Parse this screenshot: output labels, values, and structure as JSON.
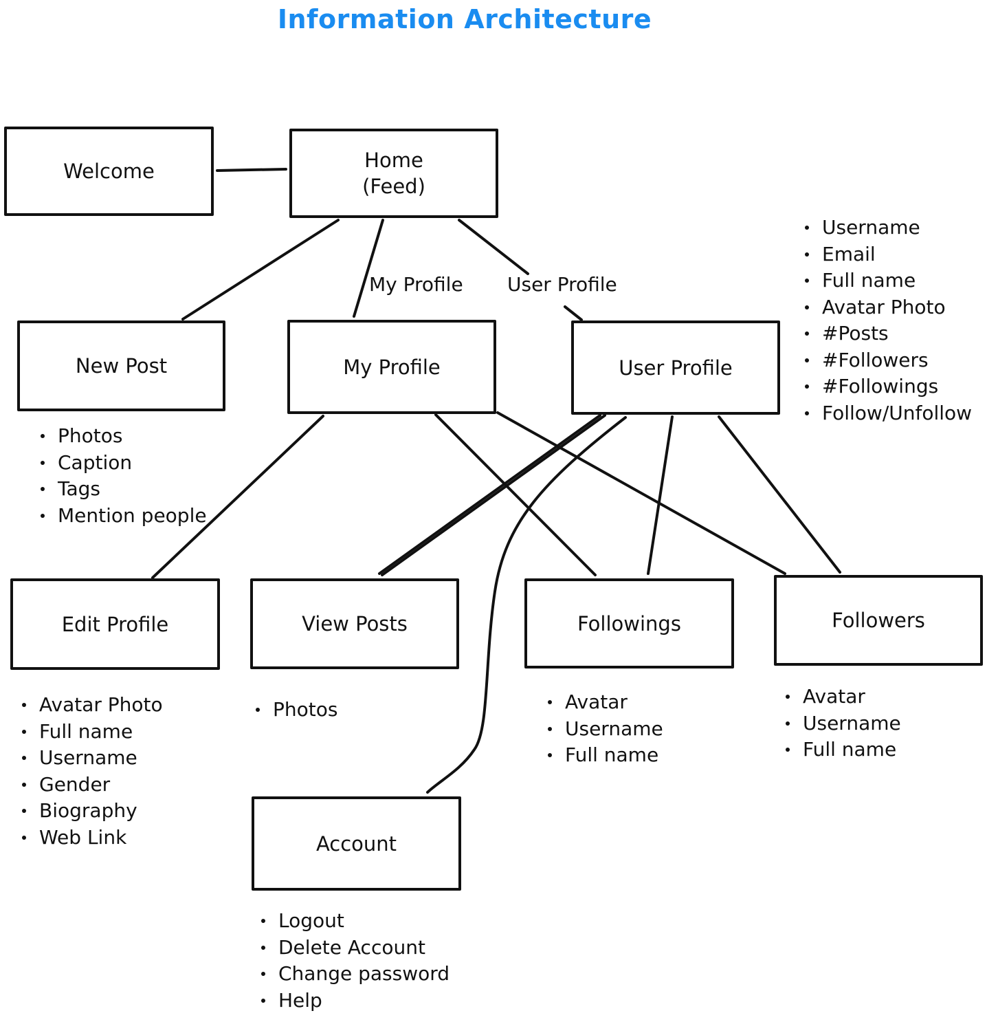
{
  "title": "Information Architecture",
  "colors": {
    "title": "#1a8cf0",
    "ink": "#111111"
  },
  "nodes": {
    "welcome": "Welcome",
    "home": "Home\n(Feed)",
    "new_post": "New Post",
    "my_profile": "My Profile",
    "user_profile": "User Profile",
    "edit_profile": "Edit Profile",
    "view_posts": "View Posts",
    "followings": "Followings",
    "followers": "Followers",
    "account": "Account"
  },
  "edge_labels": {
    "home_to_my_profile": "My Profile",
    "home_to_user_profile": "User Profile"
  },
  "lists": {
    "user_profile": [
      "Username",
      "Email",
      "Full name",
      "Avatar Photo",
      "#Posts",
      "#Followers",
      "#Followings",
      "Follow/Unfollow"
    ],
    "new_post": [
      "Photos",
      "Caption",
      "Tags",
      "Mention people"
    ],
    "edit_profile": [
      "Avatar Photo",
      "Full name",
      "Username",
      "Gender",
      "Biography",
      "Web Link"
    ],
    "view_posts": [
      "Photos"
    ],
    "followings": [
      "Avatar",
      "Username",
      "Full name"
    ],
    "followers": [
      "Avatar",
      "Username",
      "Full name"
    ],
    "account": [
      "Logout",
      "Delete Account",
      "Change password",
      "Help"
    ]
  }
}
